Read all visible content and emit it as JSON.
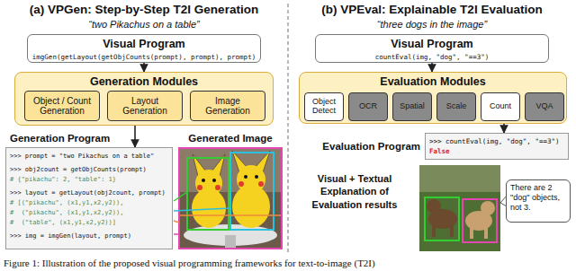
{
  "diagram": {
    "caption": "Figure 1: Illustration of the proposed visual programming frameworks for text-to-image (T2I)",
    "nodes": [
      {
        "text": [
          "Visual Program",
          "imgGen(getLayout(getObjCounts(prompt), prompt), prompt)"
        ]
      },
      {
        "text": [
          "Generation Modules"
        ]
      },
      {
        "text": [
          "Object / Count Generation"
        ],
        "in": 1
      },
      {
        "text": [
          "Layout Generation"
        ],
        "in": 1
      },
      {
        "text": [
          "Image Generation"
        ],
        "in": 1
      },
      {
        "text": [
          "Generation Program",
          ">>> prompt = \"two Pikachus on a table\"",
          ">>> obj2count = getObjCounts(prompt)",
          "# {\"pikachu\": 2, \"table\": 1}",
          ">>> layout = getLayout(obj2count, prompt)",
          "# [(\"pikachu\", (x1,y1,x2,y2)),",
          "#  (\"pikachu\", (x1,y1,x2,y2)),",
          "#  (\"table\", (x1,y1,x2,y2))]",
          ">>> img = imgGen(layout, prompt)"
        ]
      },
      {
        "text": [
          "Visual Program",
          "countEval(img, \"dog\", \"==3\")"
        ]
      },
      {
        "text": [
          "Evaluation Modules"
        ]
      },
      {
        "text": [
          "Object Detect"
        ],
        "in": 7
      },
      {
        "text": [
          "OCR"
        ],
        "in": 7
      },
      {
        "text": [
          "Spatial"
        ],
        "in": 7
      },
      {
        "text": [
          "Scale"
        ],
        "in": 7
      },
      {
        "text": [
          "Count"
        ],
        "in": 7
      },
      {
        "text": [
          "VQA"
        ],
        "in": 7
      },
      {
        "text": [
          "Evaluation Program",
          ">>> countEval(img, \"dog\", \"==3\")",
          "False"
        ]
      },
      {
        "text": [
          "There are 2 \"dog\" objects, not 3."
        ]
      }
    ],
    "edges": [
      {
        "from": 0,
        "to": 1,
        "arrow": "to"
      },
      {
        "from": 1,
        "to": 5,
        "arrow": "to"
      },
      {
        "from": 6,
        "to": 7,
        "arrow": "to"
      },
      {
        "from": 7,
        "to": 14,
        "arrow": "to"
      }
    ],
    "labels": [
      "(a) VPGen: Step-by-Step T2I Generation",
      "“two Pikachus on a table”",
      "Generated Image",
      "(b) VPEval: Explainable T2I Evaluation",
      "“three dogs in the image”",
      "Visual + Textual Explanation of Evaluation results"
    ]
  }
}
